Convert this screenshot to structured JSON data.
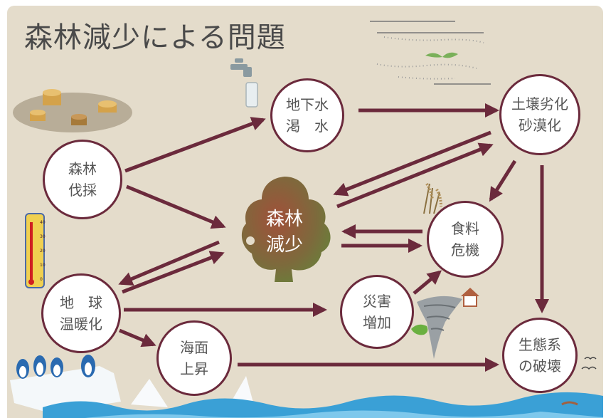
{
  "title": "森林減少による問題",
  "center": {
    "label": "森林\n減少"
  },
  "nodes": {
    "deforestation": "森林\n伐採",
    "groundwater": "地下水\n渇　水",
    "soil": "土壌劣化\n砂漠化",
    "food": "食料\n危機",
    "warming": "地　球\n温暖化",
    "disaster": "災害\n増加",
    "sealevel": "海面\n上昇",
    "ecosystem": "生態系\nの破壊"
  },
  "thermometer": {
    "ticks": [
      "40",
      "30",
      "20",
      "10",
      "0"
    ]
  },
  "colors": {
    "background": "#e4dccb",
    "arrow": "#6b2a3c",
    "node_border": "#6b2a3c",
    "sea": "#3aa0d6"
  }
}
